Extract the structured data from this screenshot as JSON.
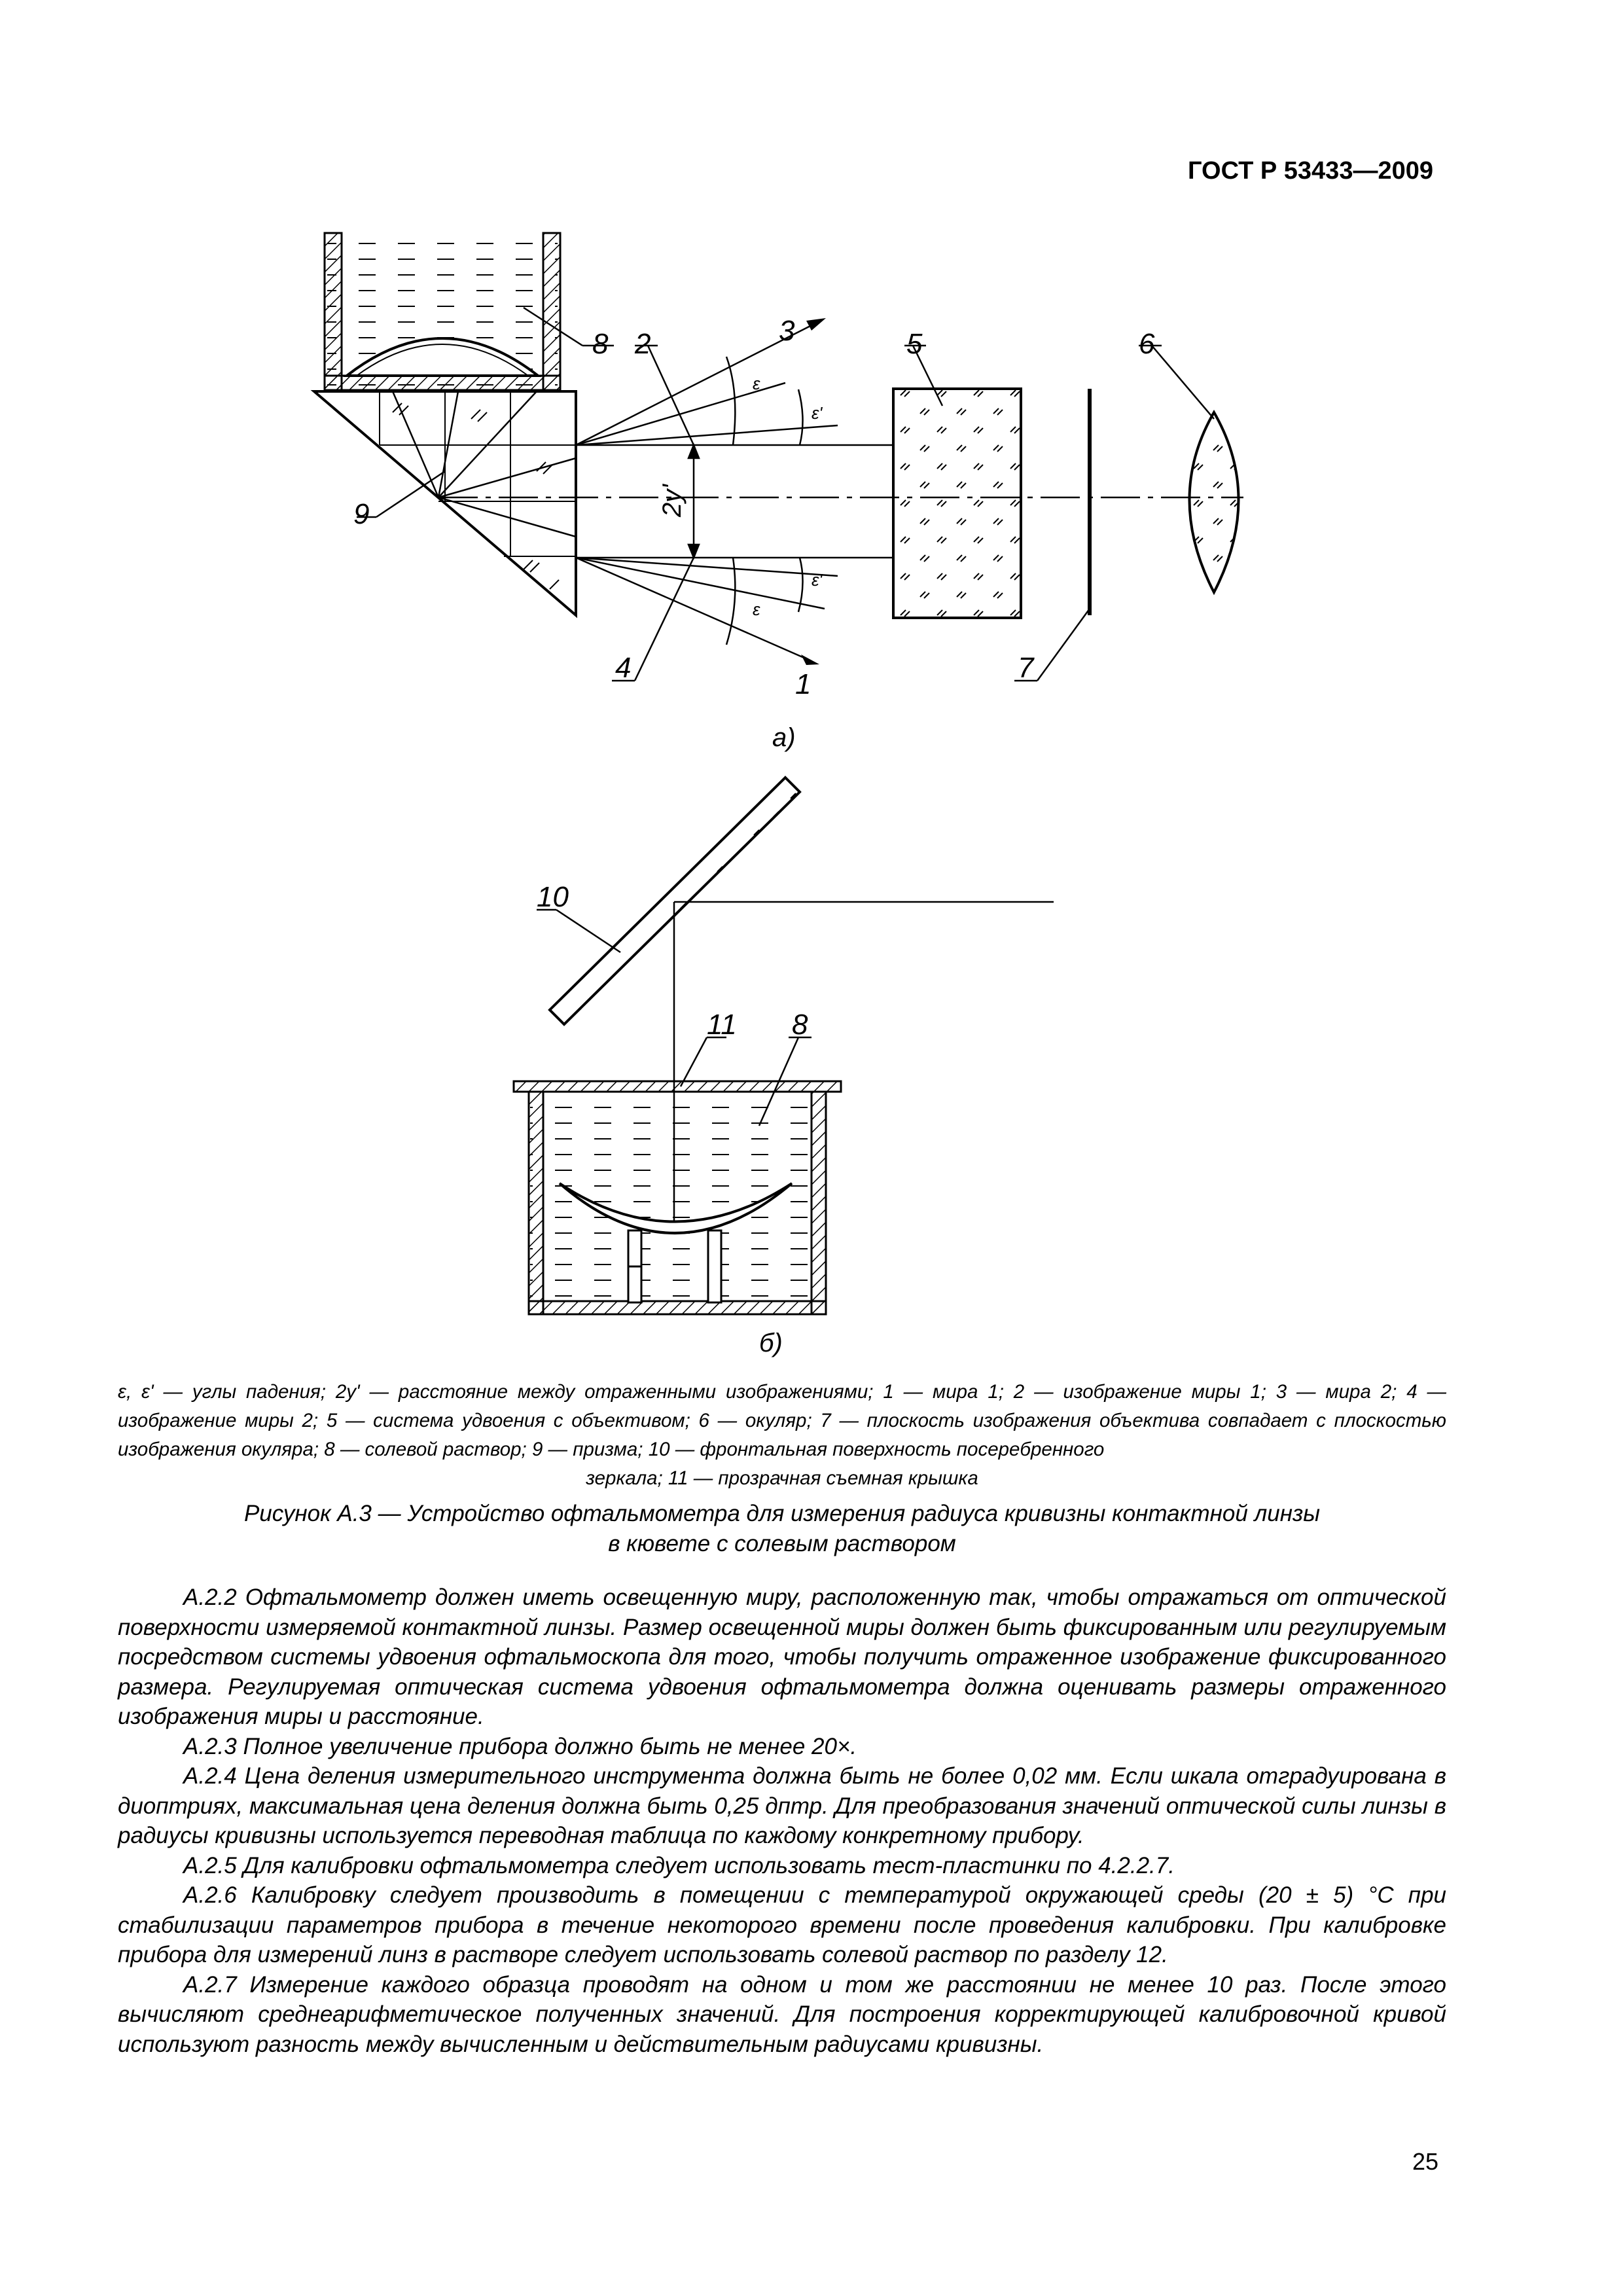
{
  "header": {
    "standard": "ГОСТ Р 53433—2009"
  },
  "figure": {
    "labels": {
      "n1": "1",
      "n2": "2",
      "n3": "3",
      "n4": "4",
      "n5": "5",
      "n6": "6",
      "n7": "7",
      "n8": "8",
      "n8b": "8",
      "n9": "9",
      "n10": "10",
      "n11": "11",
      "eps": "ε",
      "eps_prime": "ε'",
      "two_y": "2y'"
    },
    "sub_a": "а)",
    "sub_b": "б)"
  },
  "legend": {
    "main": "ε, ε' — углы падения; 2y' — расстояние между отраженными изображениями; 1 — мира 1; 2 — изображение миры 1; 3 — мира 2; 4 — изображение миры 2; 5 — система удвоения с объективом; 6 — окуляр; 7 — плоскость изображения объектива совпадает с плоскостью изображения окуляра; 8 — солевой раствор; 9 — призма; 10 — фронтальная поверхность посеребренного",
    "last": "зеркала; 11 — прозрачная съемная крышка"
  },
  "caption": {
    "line1": "Рисунок А.3 — Устройство офтальмометра для измерения радиуса кривизны контактной линзы",
    "line2": "в кювете с солевым раствором"
  },
  "paragraphs": [
    "А.2.2 Офтальмометр должен иметь освещенную миру, расположенную так, чтобы отражаться от оптической поверхности измеряемой контактной линзы. Размер освещенной миры должен быть фиксированным или регулируемым посредством системы удвоения офтальмоскопа для того, чтобы получить отраженное изображение фиксированного размера. Регулируемая оптическая система удвоения офтальмометра должна оценивать размеры отраженного изображения миры и расстояние.",
    "А.2.3 Полное увеличение прибора должно быть не менее 20×.",
    "А.2.4 Цена деления измерительного инструмента должна быть не более 0,02 мм. Если шкала отградуирована в диоптриях, максимальная цена деления должна быть 0,25 дптр. Для преобразования значений оптической силы линзы в радиусы кривизны используется переводная таблица по каждому конкретному прибору.",
    "А.2.5 Для калибровки офтальмометра следует использовать тест-пластинки по 4.2.2.7.",
    "А.2.6 Калибровку следует производить в помещении с температурой окружающей среды (20 ± 5) °С при стабилизации параметров прибора в течение некоторого времени после проведения калибровки. При калибровке прибора для измерений линз в растворе следует использовать солевой раствор по разделу 12.",
    "А.2.7 Измерение каждого образца проводят на одном и том же расстоянии не менее 10 раз. После этого вычисляют среднеарифметическое полученных значений. Для построения корректирующей калибровочной кривой используют разность между вычисленным и действительным радиусами кривизны."
  ],
  "page_number": "25"
}
